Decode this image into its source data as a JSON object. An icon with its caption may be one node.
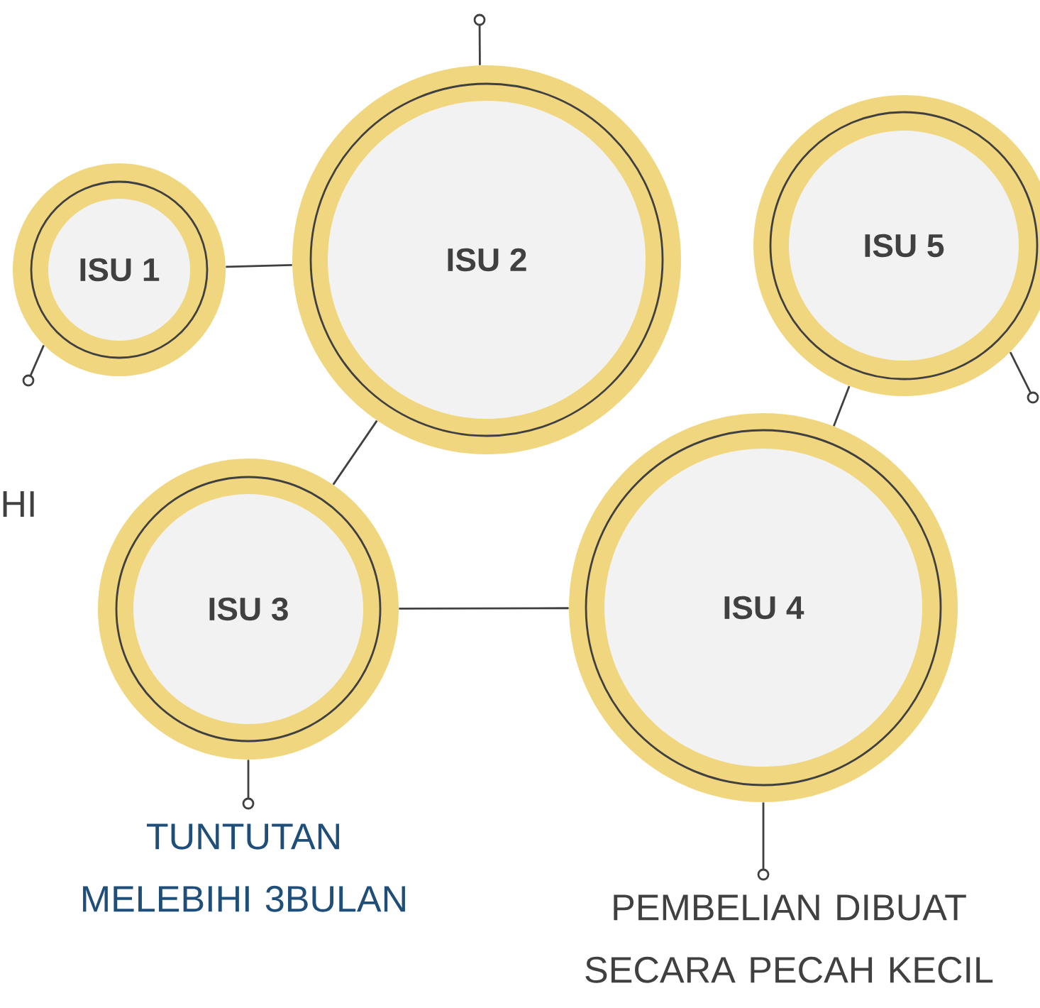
{
  "diagram": {
    "nodes": [
      {
        "text": [
          "ISU 1"
        ]
      },
      {
        "text": [
          "ISU 2"
        ]
      },
      {
        "text": [
          "ISU 3"
        ]
      },
      {
        "text": [
          "ISU 4"
        ]
      },
      {
        "text": [
          "ISU 5"
        ]
      },
      {
        "text": [
          "TUNTUTAN MELEBIHI 3BULAN"
        ]
      },
      {
        "text": [
          "PEMBELIAN DIBUAT SECARA PECAH KECIL"
        ]
      }
    ],
    "edges": [
      {
        "from": 0,
        "to": 1,
        "arrow": "none"
      },
      {
        "from": 1,
        "to": 2,
        "arrow": "none"
      },
      {
        "from": 2,
        "to": 3,
        "arrow": "none"
      },
      {
        "from": 3,
        "to": 4,
        "arrow": "none"
      },
      {
        "from": 0,
        "to": null,
        "arrow": "other"
      },
      {
        "from": 1,
        "to": null,
        "arrow": "other"
      },
      {
        "from": 4,
        "to": null,
        "arrow": "other"
      },
      {
        "from": 2,
        "to": 5,
        "arrow": "other"
      },
      {
        "from": 3,
        "to": 6,
        "arrow": "other"
      }
    ],
    "labels": [
      "HI"
    ]
  }
}
